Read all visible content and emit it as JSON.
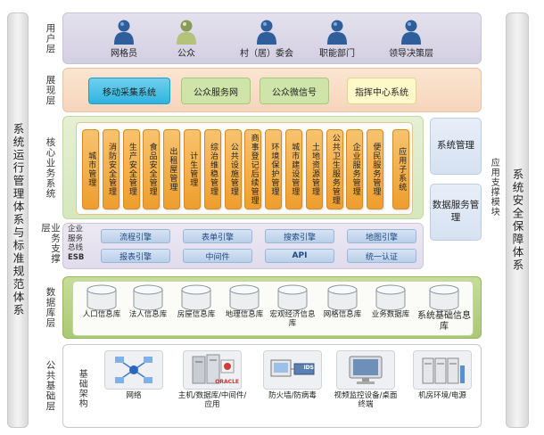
{
  "left_sidebar": {
    "label": "系统运行管理体系与标准规范体系"
  },
  "right_sidebar": {
    "label": "系统安全保障体系"
  },
  "layers": {
    "user": "用户层",
    "presentation": "展现层",
    "core": "核心业务系统",
    "esb": "业务支撑层",
    "database": "数据库层",
    "infra": "公共基础层"
  },
  "users": [
    {
      "label": "网格员",
      "icon": "person-icon"
    },
    {
      "label": "公众",
      "icon": "person-icon"
    },
    {
      "label": "村（居）委会",
      "icon": "person-icon"
    },
    {
      "label": "职能部门",
      "icon": "person-icon"
    },
    {
      "label": "领导决策层",
      "icon": "person-icon"
    }
  ],
  "presentation": [
    {
      "label": "移动采集系统",
      "color": "#4fc3e8"
    },
    {
      "label": "公众服务网",
      "color": "#cfe4a8"
    },
    {
      "label": "公众微信号",
      "color": "#cfe4a8"
    },
    {
      "label": "指挥中心系统",
      "color": "#fff8c8"
    }
  ],
  "core_services": [
    "城市管理",
    "消防安全管理",
    "生产安全管理",
    "食品安全管理",
    "出租屋管理",
    "计生管理",
    "综治维稳管理",
    "公共设施管理",
    "商事登记后续管理",
    "环境保护管理",
    "城市建设管理",
    "土地资源管理",
    "公共卫生服务管理",
    "企业服务管理",
    "便民服务管理",
    "应用子系统"
  ],
  "side_modules": {
    "system_mgmt": "系统管理",
    "data_service_mgmt": "数据服务管理",
    "support_label": "应用支撑模块"
  },
  "esb": {
    "label_line1": "企业",
    "label_line2": "服务",
    "label_line3": "总线",
    "label_line4": "ESB",
    "engines": [
      "流程引擎",
      "表单引擎",
      "搜索引擎",
      "地图引擎",
      "报表引擎",
      "中间件",
      "API",
      "统一认证"
    ]
  },
  "databases": [
    "人口信息库",
    "法人信息库",
    "房屋信息库",
    "地理信息库",
    "宏观经济信息库",
    "网格信息库",
    "业务数据库",
    "系统基础信息库"
  ],
  "infra": {
    "label": "基础架构",
    "items": [
      {
        "label": "网络",
        "icon": "network-icon"
      },
      {
        "label": "主机/数据库/中间件/应用",
        "icon": "server-icon"
      },
      {
        "label": "防火墙/防病毒",
        "icon": "firewall-icon"
      },
      {
        "label": "视频监控设备/桌面终端",
        "icon": "monitor-icon"
      },
      {
        "label": "机房环境/电源",
        "icon": "server-room-icon"
      }
    ],
    "oracle_text": "ORACLE",
    "ids_text": "IDS"
  }
}
